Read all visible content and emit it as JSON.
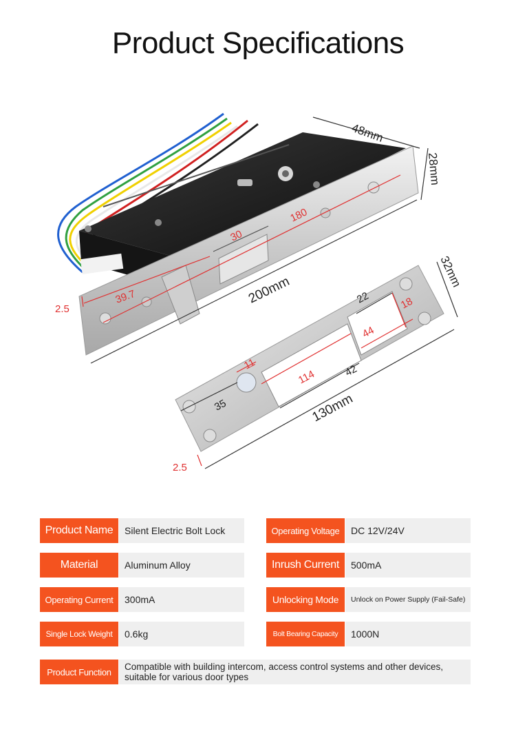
{
  "title": "Product Specifications",
  "dimensions": {
    "lock_width": "48mm",
    "lock_height": "28mm",
    "lock_length": "200mm",
    "hole_spacing": "180",
    "bolt_length": "30",
    "end_to_bolt": "39.7",
    "edge_offset_lock": "2.5",
    "strike_width": "32mm",
    "strike_length": "130mm",
    "strike_slot_width": "22",
    "strike_slot_height": "18",
    "strike_slot_length": "44",
    "strike_opening_length": "114",
    "strike_opening_height": "42",
    "strike_hole_diameter": "11",
    "strike_hole_offset": "35",
    "edge_offset_strike": "2.5"
  },
  "specs": [
    {
      "label": "Product Name",
      "value": "Silent Electric Bolt Lock"
    },
    {
      "label": "Operating Voltage",
      "value": "DC 12V/24V"
    },
    {
      "label": "Material",
      "value": "Aluminum Alloy"
    },
    {
      "label": "Inrush Current",
      "value": "500mA"
    },
    {
      "label": "Operating Current",
      "value": "300mA"
    },
    {
      "label": "Unlocking Mode",
      "value": "Unlock on Power Supply (Fail-Safe)"
    },
    {
      "label": "Single Lock Weight",
      "value": "0.6kg"
    },
    {
      "label": "Bolt Bearing Capacity",
      "value": "1000N"
    },
    {
      "label": "Product Function",
      "value": "Compatible with building intercom, access control systems and other devices, suitable for various door types"
    }
  ],
  "colors": {
    "accent": "#f4531f",
    "value_bg": "#efefef",
    "dimension_red": "#e03030"
  }
}
